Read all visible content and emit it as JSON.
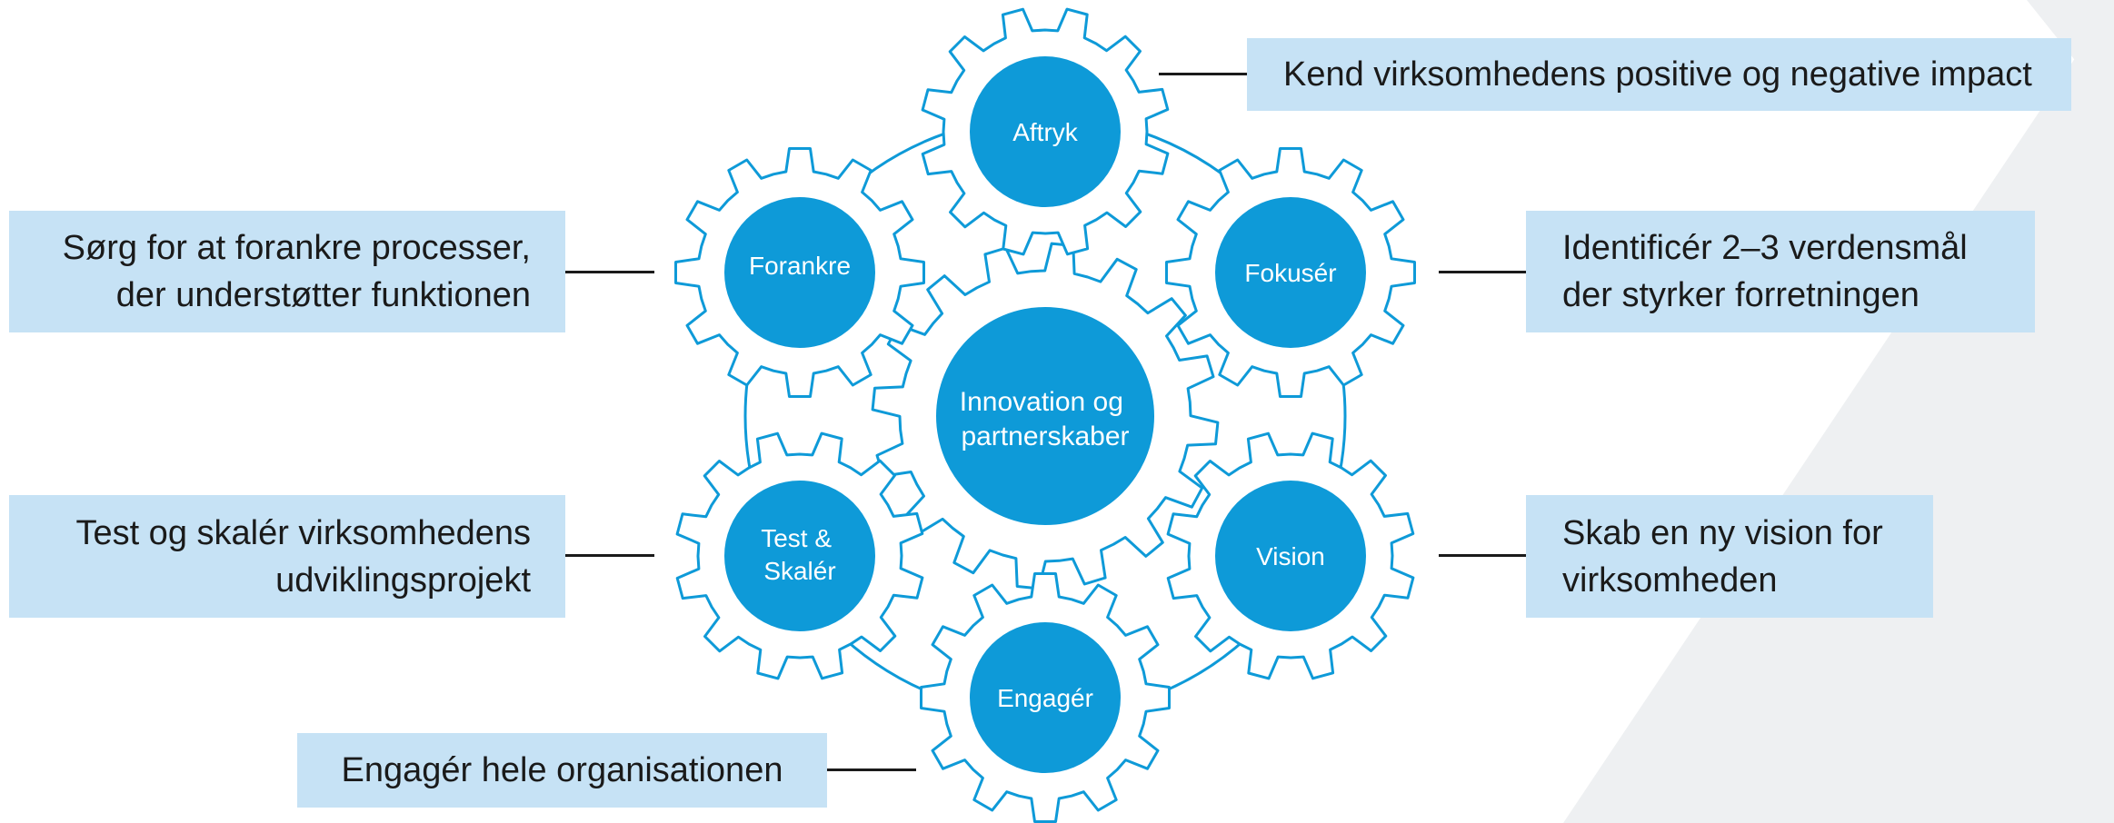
{
  "colors": {
    "gear_outline": "#0e9ad8",
    "node_fill": "#0e9ad8",
    "label_bg": "#c6e2f5",
    "background_panel": "#eef0f2"
  },
  "nodes": {
    "center": [
      "Innovation og",
      "partnerskaber"
    ],
    "aftryk": [
      "Aftryk"
    ],
    "fokuser": [
      "Fokusér"
    ],
    "vision": [
      "Vision"
    ],
    "engager": [
      "Engagér"
    ],
    "test_skaler": [
      "Test &",
      "Skalér"
    ],
    "forankre": [
      "Forankre"
    ]
  },
  "labels": {
    "aftryk": [
      "Kend virksomhedens positive og negative impact"
    ],
    "fokuser": [
      "Identificér 2–3 verdensmål",
      "der styrker forretningen"
    ],
    "vision": [
      "Skab en ny vision for",
      "virksomheden"
    ],
    "engager": [
      "Engagér hele organisationen"
    ],
    "test_skaler": [
      "Test og skalér virksomhedens",
      "udviklingsprojekt"
    ],
    "forankre": [
      "Sørg for at forankre processer,",
      "der understøtter funktionen"
    ]
  }
}
